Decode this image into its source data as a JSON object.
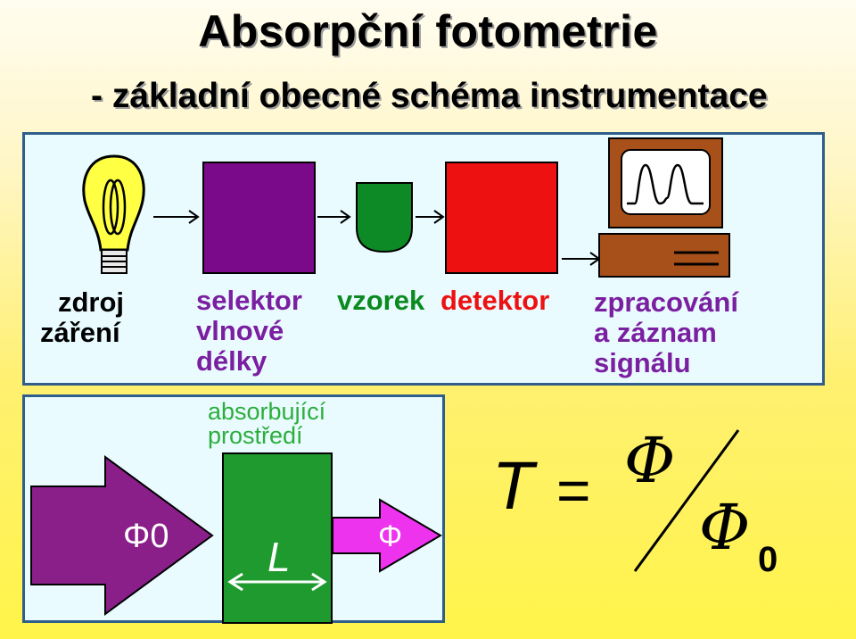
{
  "title": "Absorpční fotometrie",
  "subtitle": "- základní obecné schéma instrumentace",
  "components": [
    {
      "line1": "zdroj",
      "line2": "záření",
      "line3": "",
      "color": "#000000"
    },
    {
      "line1": "selektor",
      "line2": "vlnové",
      "line3": "délky",
      "color": "#7a1fa0"
    },
    {
      "line1": "vzorek",
      "line2": "",
      "line3": "",
      "color": "#0a8a1f"
    },
    {
      "line1": "detektor",
      "line2": "",
      "line3": "",
      "color": "#ee1111"
    },
    {
      "line1": "zpracování",
      "line2": "a záznam",
      "line3": "signálu",
      "color": "#7a1fa0"
    }
  ],
  "absorb": {
    "line1": "absorbující",
    "line2": "prostředí"
  },
  "beam": {
    "incident": "Φ0",
    "transmitted": "Φ",
    "path_length": "L"
  },
  "formula": {
    "lhs": "T",
    "eq": "=",
    "num": "Φ",
    "den": "Φ",
    "den_sub": "0"
  },
  "colors": {
    "selector": "#7a0a8a",
    "sample": "#0d8a26",
    "detector": "#ee1111",
    "computer": "#a8501a",
    "beam_in": "#8a1f8a",
    "beam_out": "#ee33ee",
    "medium": "#1e9a2e",
    "bulb": "#ffff44"
  }
}
